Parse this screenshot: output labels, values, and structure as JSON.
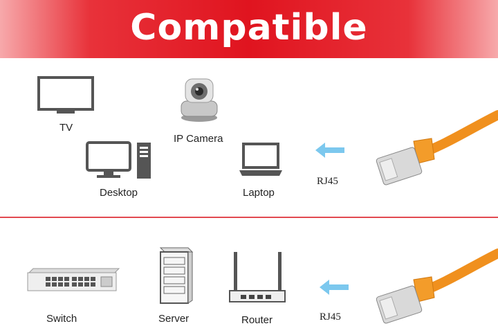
{
  "header": {
    "title": "Compatible"
  },
  "section_top": {
    "devices": {
      "tv": "TV",
      "ip_camera": "IP Camera",
      "desktop": "Desktop",
      "laptop": "Laptop"
    },
    "connector_label": "RJ45"
  },
  "section_bottom": {
    "devices": {
      "switch": "Switch",
      "server": "Server",
      "router": "Router"
    },
    "connector_label": "RJ45"
  },
  "colors": {
    "banner": "#e0141f",
    "cable": "#f0901e",
    "arrow": "#7cc8ee",
    "divider": "#e24a50"
  }
}
